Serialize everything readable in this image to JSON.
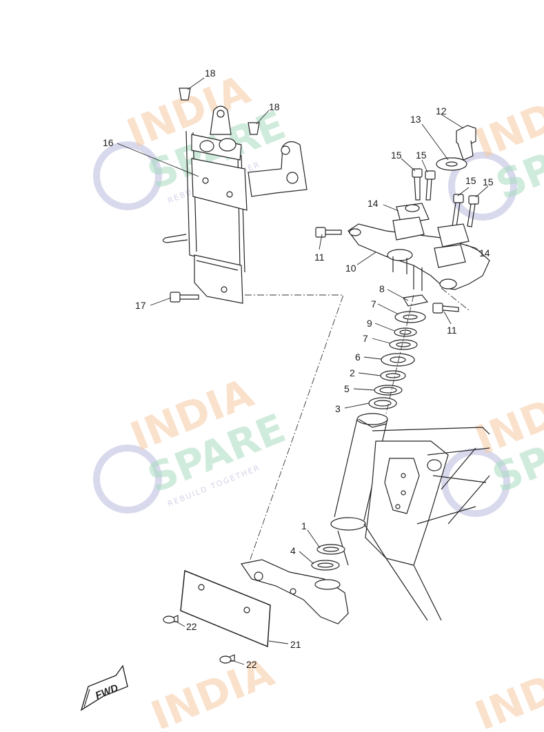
{
  "diagram": {
    "callouts": [
      {
        "id": "c18a",
        "number": "18"
      },
      {
        "id": "c18b",
        "number": "18"
      },
      {
        "id": "c16",
        "number": "16"
      },
      {
        "id": "c17",
        "number": "17"
      },
      {
        "id": "c12",
        "number": "12"
      },
      {
        "id": "c13",
        "number": "13"
      },
      {
        "id": "c15a",
        "number": "15"
      },
      {
        "id": "c15b",
        "number": "15"
      },
      {
        "id": "c15c",
        "number": "15"
      },
      {
        "id": "c15d",
        "number": "15"
      },
      {
        "id": "c14a",
        "number": "14"
      },
      {
        "id": "c14b",
        "number": "14"
      },
      {
        "id": "c11a",
        "number": "11"
      },
      {
        "id": "c11b",
        "number": "11"
      },
      {
        "id": "c10",
        "number": "10"
      },
      {
        "id": "c8",
        "number": "8"
      },
      {
        "id": "c7a",
        "number": "7"
      },
      {
        "id": "c9",
        "number": "9"
      },
      {
        "id": "c7b",
        "number": "7"
      },
      {
        "id": "c6",
        "number": "6"
      },
      {
        "id": "c2",
        "number": "2"
      },
      {
        "id": "c5",
        "number": "5"
      },
      {
        "id": "c3",
        "number": "3"
      },
      {
        "id": "c1",
        "number": "1"
      },
      {
        "id": "c4",
        "number": "4"
      },
      {
        "id": "c22a",
        "number": "22"
      },
      {
        "id": "c21",
        "number": "21"
      },
      {
        "id": "c22b",
        "number": "22"
      }
    ],
    "fwd_label": "FWD"
  },
  "watermark": {
    "word1": "INDIA",
    "word2": "SPARE",
    "tagline": "REBUILD TOGETHER",
    "colors": {
      "orange": "#f7c9a1",
      "green": "#a8dcc0",
      "purple": "#c9c9e6"
    }
  }
}
